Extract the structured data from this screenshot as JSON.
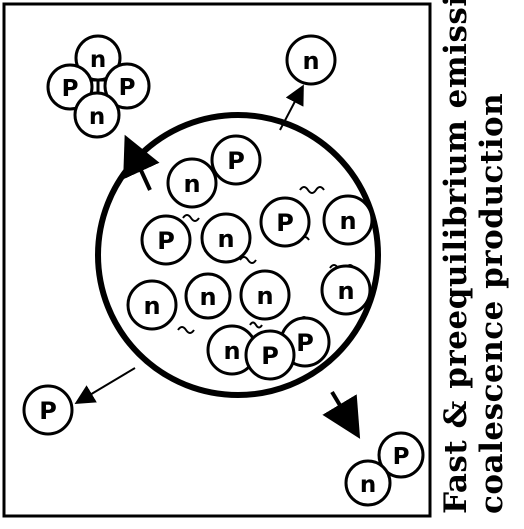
{
  "caption": {
    "line1": "Fast & preequilibrium emission,",
    "line2": "coalescence production"
  },
  "labels": {
    "neutron": "n",
    "proton": "P"
  },
  "nucleons": [
    {
      "type": "neutron"
    },
    {
      "type": "proton"
    },
    {
      "type": "proton"
    },
    {
      "type": "neutron"
    },
    {
      "type": "proton"
    },
    {
      "type": "neutron"
    },
    {
      "type": "neutron"
    },
    {
      "type": "neutron"
    },
    {
      "type": "neutron"
    },
    {
      "type": "proton"
    },
    {
      "type": "neutron"
    },
    {
      "type": "proton"
    },
    {
      "type": "neutron"
    }
  ],
  "emitted": {
    "alpha_cluster": [
      "neutron",
      "proton",
      "proton",
      "neutron"
    ],
    "single_neutron": "neutron",
    "single_proton": "proton",
    "deuteron": [
      "neutron",
      "proton"
    ]
  }
}
